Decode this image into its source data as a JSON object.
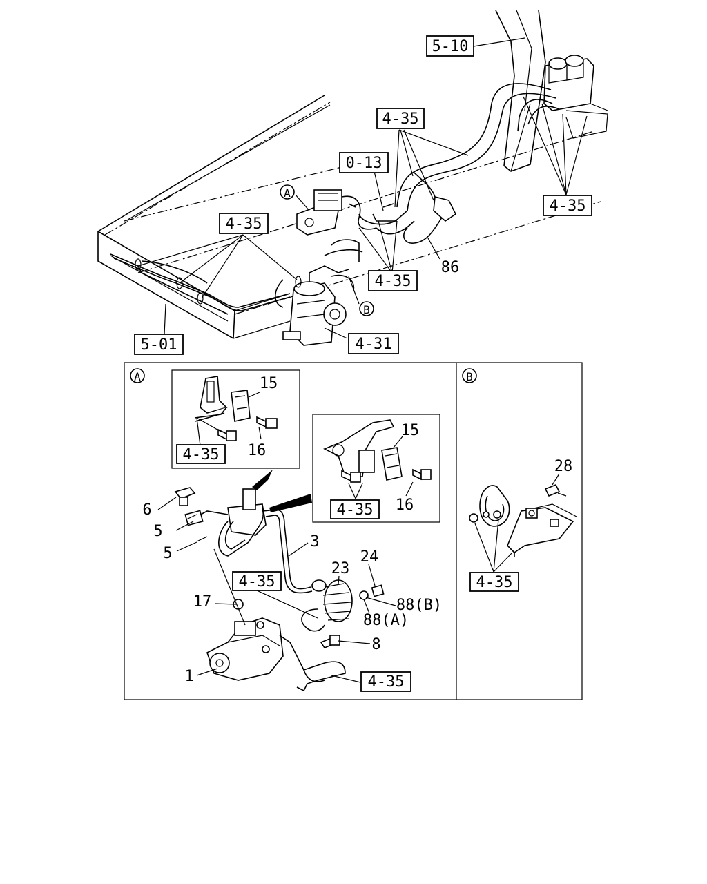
{
  "refs": {
    "r_5_10": "5-10",
    "r_4_35_top": "4-35",
    "r_0_13": "0-13",
    "r_4_35_right": "4-35",
    "r_4_35_left": "4-35",
    "r_86": "86",
    "r_4_35_mid": "4-35",
    "r_5_01": "5-01",
    "r_4_31": "4-31"
  },
  "markers": {
    "a": "A",
    "b": "B"
  },
  "detail_a": {
    "inset1": {
      "p15": "15",
      "box": "4-35",
      "p16": "16"
    },
    "inset2": {
      "p15": "15",
      "box": "4-35",
      "p16": "16"
    },
    "parts": {
      "p6": "6",
      "p5a": "5",
      "p5b": "5",
      "p3": "3",
      "p24": "24",
      "p23": "23",
      "box_oring": "4-35",
      "p88b": "88(B)",
      "p88a": "88(A)",
      "p17": "17",
      "p8": "8",
      "p1": "1",
      "box_pipe": "4-35"
    }
  },
  "detail_b": {
    "p28": "28",
    "box": "4-35"
  }
}
